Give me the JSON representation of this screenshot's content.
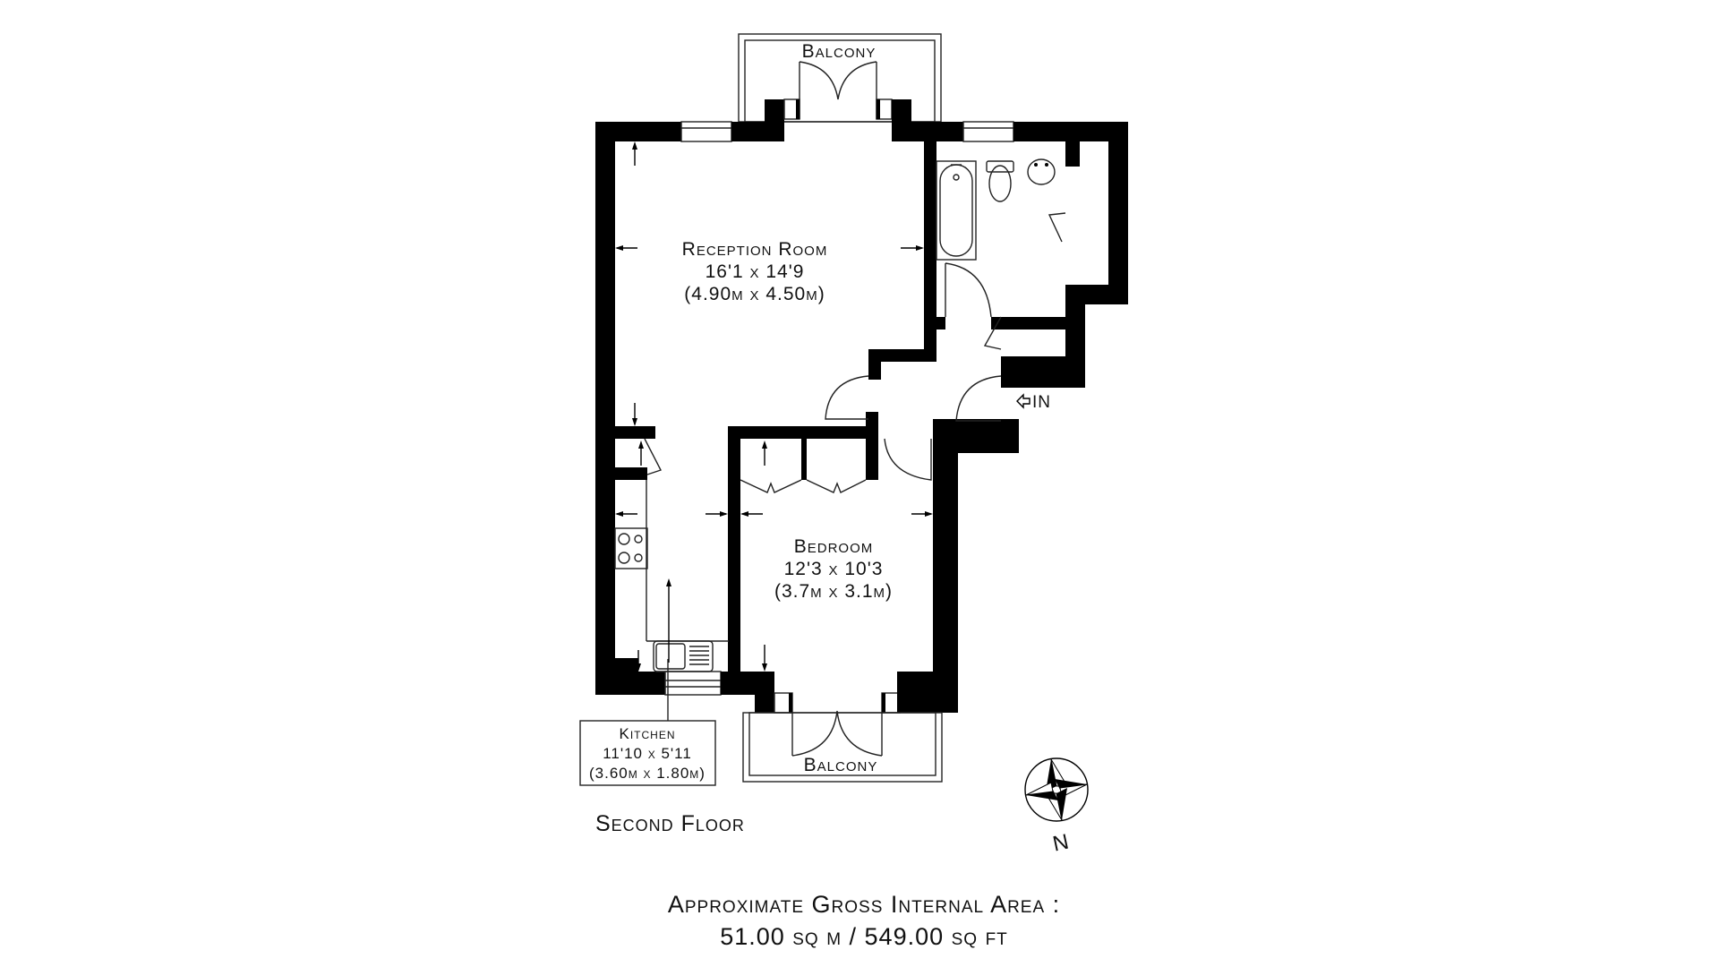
{
  "plan": {
    "floor_title": "Second Floor",
    "rooms": [
      {
        "id": "reception",
        "name": "Reception Room",
        "dim_imperial": "16'1 x 14'9",
        "dim_metric": "(4.90m x 4.50m)"
      },
      {
        "id": "bedroom",
        "name": "Bedroom",
        "dim_imperial": "12'3 x 10'3",
        "dim_metric": "(3.7m x 3.1m)"
      },
      {
        "id": "kitchen",
        "name": "Kitchen",
        "dim_imperial": "11'10 x 5'11",
        "dim_metric": "(3.60m x 1.80m)"
      }
    ],
    "balconies": [
      {
        "id": "top",
        "label": "Balcony"
      },
      {
        "id": "bottom",
        "label": "Balcony"
      }
    ],
    "entrance": {
      "label": "IN",
      "icon": "arrow-left-icon"
    },
    "compass": {
      "label": "N",
      "icon": "compass-rose-icon"
    },
    "fixtures": [
      "bathtub",
      "toilet",
      "washbasin",
      "hob",
      "sink",
      "wardrobes",
      "cupboards"
    ]
  },
  "footer": {
    "area_title": "Approximate Gross Internal Area :",
    "area_value": "51.00 sq m / 549.00 sq ft"
  },
  "colors": {
    "wall": "#000000",
    "background": "#ffffff",
    "line": "#222222"
  }
}
